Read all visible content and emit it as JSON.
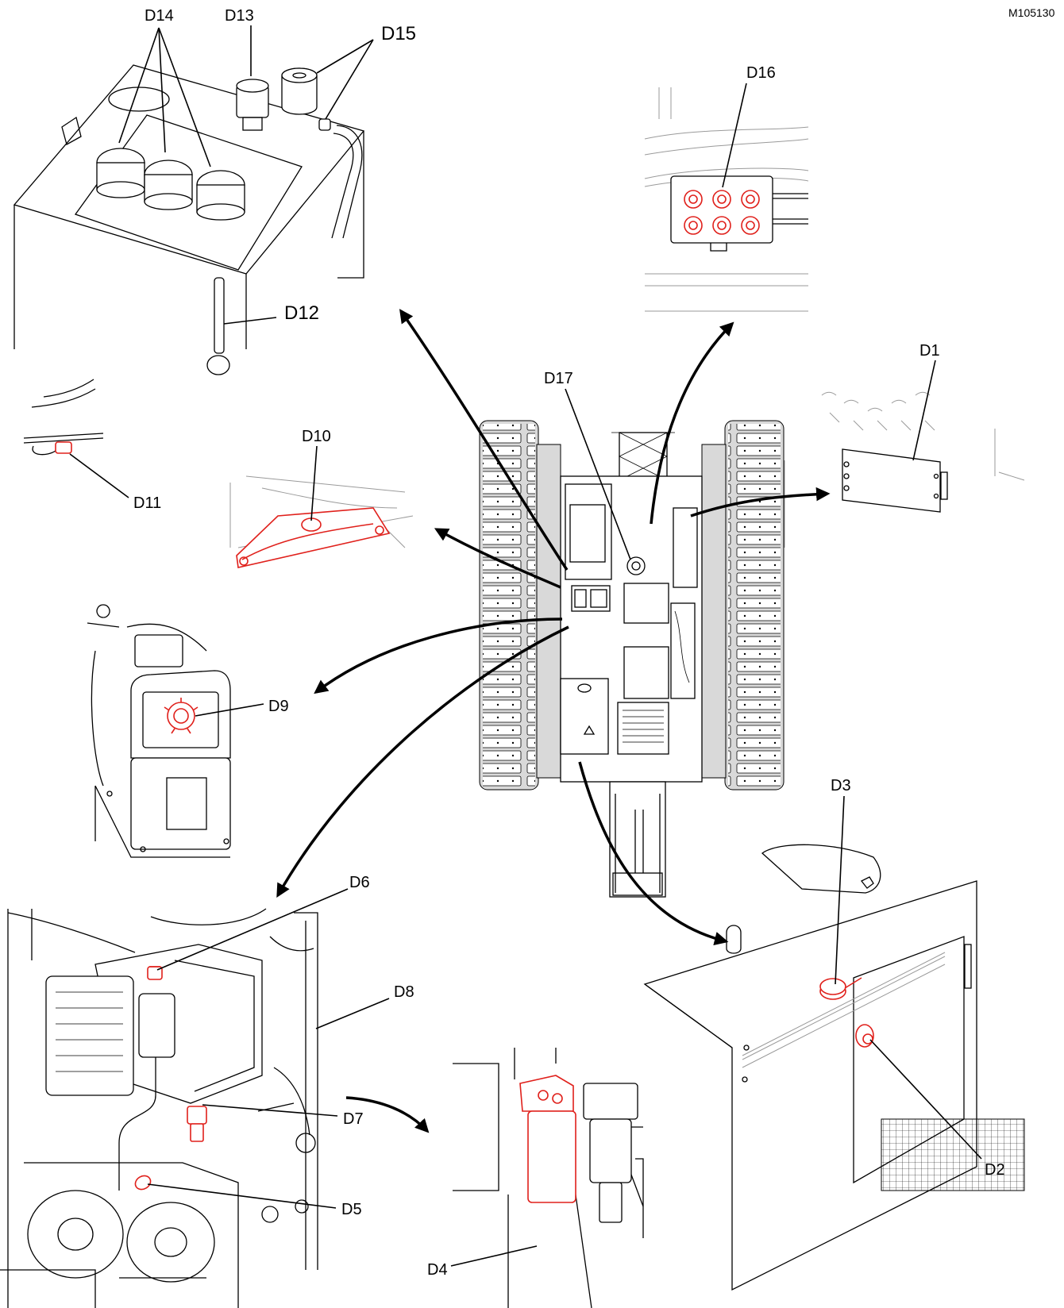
{
  "figure_ref": "M105130",
  "colors": {
    "highlight": "#e0201b",
    "line": "#000000",
    "track_fill": "#d9d9d9",
    "background": "#ffffff"
  },
  "callouts": {
    "d1": "D1",
    "d2": "D2",
    "d3": "D3",
    "d4": "D4",
    "d5": "D5",
    "d6": "D6",
    "d7": "D7",
    "d8": "D8",
    "d9": "D9",
    "d10": "D10",
    "d11": "D11",
    "d12": "D12",
    "d13": "D13",
    "d14": "D14",
    "d15": "D15",
    "d16": "D16",
    "d17": "D17"
  }
}
